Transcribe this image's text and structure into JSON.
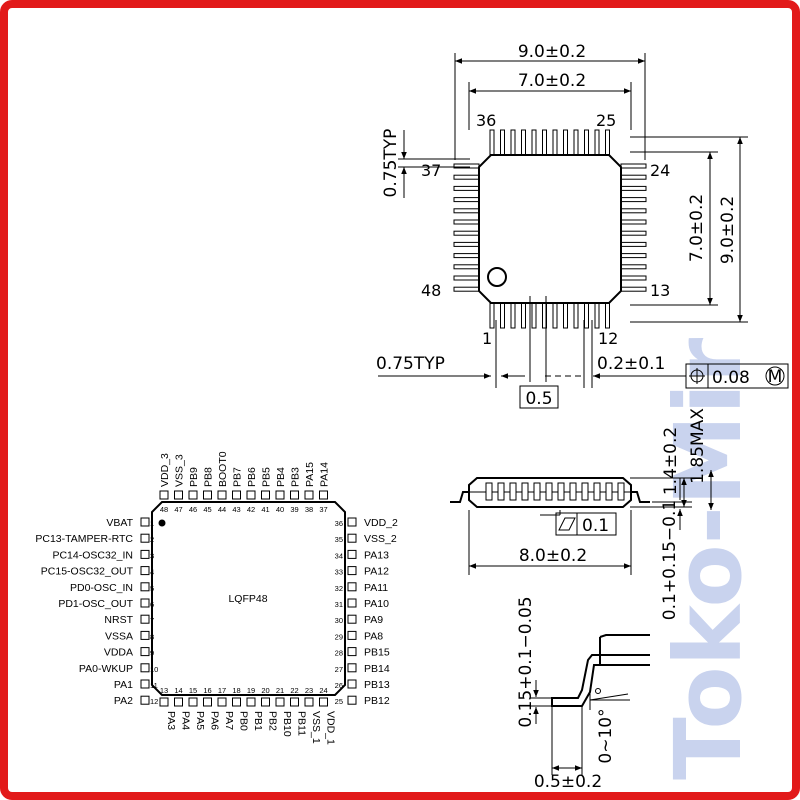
{
  "top_view": {
    "dim_overall_width": "9.0±0.2",
    "dim_body_width": "7.0±0.2",
    "dim_body_height": "7.0±0.2",
    "dim_overall_height": "9.0±0.2",
    "pin_pitch_top": "0.75TYP",
    "pin_pitch_bottom": "0.75TYP",
    "lead_width": "0.2±0.1",
    "pitch_box": "0.5",
    "tolerance_value": "0.08",
    "tolerance_modifier": "M",
    "pin_corner_labels": {
      "p36": "36",
      "p25": "25",
      "p37": "37",
      "p24": "24",
      "p48": "48",
      "p13": "13",
      "p1": "1",
      "p12": "12"
    }
  },
  "side_view": {
    "body_height": "1.4±0.2",
    "max_height": "1.85MAX",
    "flatness": "0.1",
    "body_length": "8.0±0.2",
    "standoff": "0.1+0.15−0.1"
  },
  "detail_view": {
    "lead_thickness": "0.15+0.1−0.05",
    "angle": "0~10°",
    "foot_length": "0.5±0.2"
  },
  "pinout": {
    "package": "LQFP48",
    "left": [
      "VBAT",
      "PC13-TAMPER-RTC",
      "PC14-OSC32_IN",
      "PC15-OSC32_OUT",
      "PD0-OSC_IN",
      "PD1-OSC_OUT",
      "NRST",
      "VSSA",
      "VDDA",
      "PA0-WKUP",
      "PA1",
      "PA2"
    ],
    "left_nums": [
      "1",
      "2",
      "3",
      "4",
      "5",
      "6",
      "7",
      "8",
      "9",
      "10",
      "11",
      "12"
    ],
    "right": [
      "VDD_2",
      "VSS_2",
      "PA13",
      "PA12",
      "PA11",
      "PA10",
      "PA9",
      "PA8",
      "PB15",
      "PB14",
      "PB13",
      "PB12"
    ],
    "right_nums": [
      "36",
      "35",
      "34",
      "33",
      "32",
      "31",
      "30",
      "29",
      "28",
      "27",
      "26",
      "25"
    ],
    "top": [
      "VDD_3",
      "VSS_3",
      "PB9",
      "PB8",
      "BOOT0",
      "PB7",
      "PB6",
      "PB5",
      "PB4",
      "PB3",
      "PA15",
      "PA14"
    ],
    "top_nums": [
      "48",
      "47",
      "46",
      "45",
      "44",
      "43",
      "42",
      "41",
      "40",
      "39",
      "38",
      "37"
    ],
    "bottom": [
      "PA3",
      "PA4",
      "PA5",
      "PA6",
      "PA7",
      "PB0",
      "PB1",
      "PB2",
      "PB10",
      "PB11",
      "VSS_1",
      "VDD_1"
    ],
    "bottom_nums": [
      "13",
      "14",
      "15",
      "16",
      "17",
      "18",
      "19",
      "20",
      "21",
      "22",
      "23",
      "24"
    ]
  },
  "watermark": {
    "text": "Toko-Mir",
    "color_light": "#c9d3ee",
    "color_red": "#e07070"
  },
  "colors": {
    "frame": "#e21a1a"
  }
}
